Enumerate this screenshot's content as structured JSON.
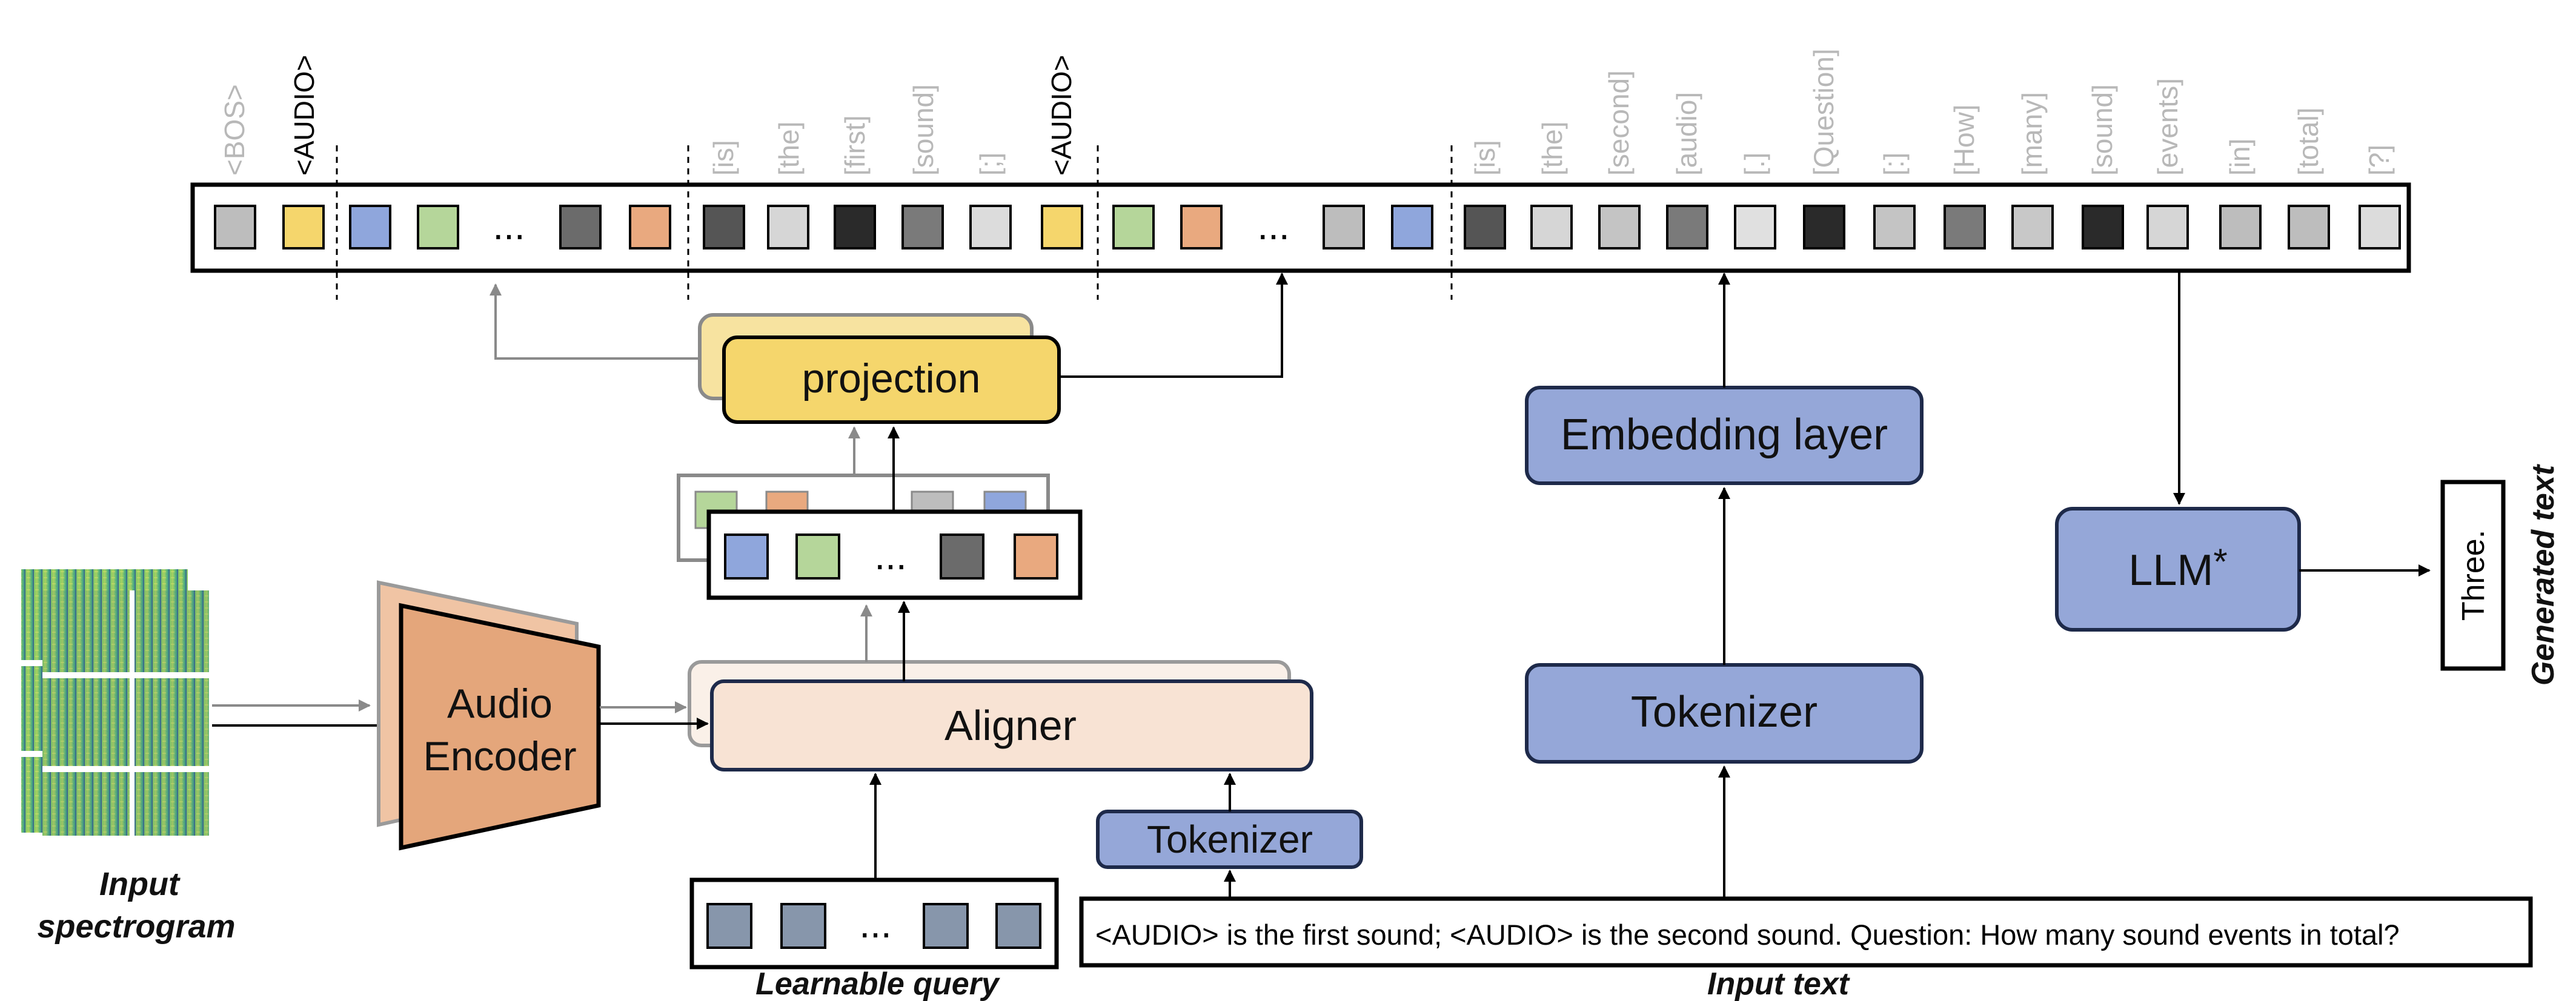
{
  "title": "",
  "colors": {
    "yellow": "#f5d66c",
    "green": "#b5d69a",
    "blue": "#8fa6dc",
    "orange": "#e9a97f",
    "peach": "#f8e3d4",
    "gray_dark": "#6b6b6b",
    "gray_mid": "#8a8a8a",
    "gray_light": "#d6d6d6",
    "gray_lighter": "#bdbdbd",
    "gray_black": "#2a2a2a",
    "steel": "#8796ab",
    "encoder": "#e4a67b",
    "module_blue": "#95a7d8",
    "module_yellow": "#f5d66c"
  },
  "token_labels": {
    "bos": "<BOS>",
    "audio_1": "<AUDIO>",
    "t_is_1": "[is]",
    "t_the_1": "[the]",
    "t_first": "[first]",
    "t_sound_1": "[sound]",
    "t_semicolon": "[;]",
    "audio_2": "<AUDIO>",
    "t_is_2": "[is]",
    "t_the_2": "[the]",
    "t_second": "[second]",
    "t_audio": "[audio]",
    "t_period": "[.]",
    "t_question": "[Question]",
    "t_colon": "[:]",
    "t_how": "[How]",
    "t_many": "[many]",
    "t_sound_2": "[sound]",
    "t_events": "[events]",
    "t_in": "[in]",
    "t_total": "[total]",
    "t_qmark": "[?]"
  },
  "ellipsis": "...",
  "modules": {
    "projection": "projection",
    "embedding_layer": "Embedding layer",
    "tokenizer_main": "Tokenizer",
    "tokenizer_small": "Tokenizer",
    "aligner": "Aligner",
    "audio_encoder_line1": "Audio",
    "audio_encoder_line2": "Encoder",
    "llm": "LLM",
    "llm_mark": "*"
  },
  "input_text": "<AUDIO> is the first sound; <AUDIO> is the second sound. Question: How many sound events in total?",
  "output_text": "Three.",
  "captions": {
    "input_spectrogram_line1": "Input",
    "input_spectrogram_line2": "spectrogram",
    "learnable_query": "Learnable query",
    "input_text": "Input text",
    "generated_text": "Generated text"
  }
}
